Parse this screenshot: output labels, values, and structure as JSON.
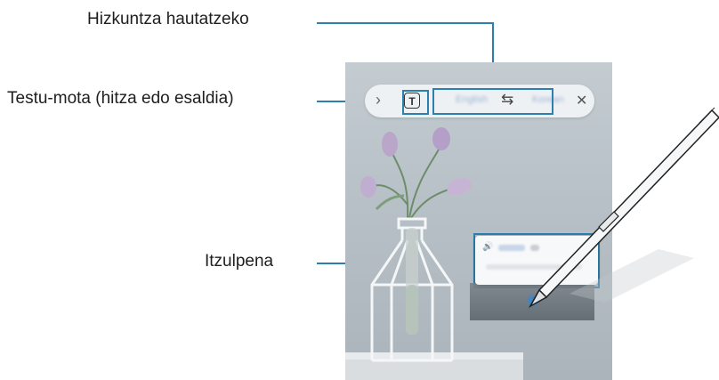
{
  "callouts": {
    "language_select": "Hizkuntza hautatzeko",
    "text_type": "Testu-mota (hitza edo esaldia)",
    "translation": "Itzulpena"
  },
  "toolbar": {
    "back_glyph": "›",
    "text_type_glyph": "T",
    "swap_glyph": "⇆",
    "close_glyph": "✕",
    "source_language": "English",
    "target_language": "Korean"
  },
  "popup": {
    "speaker_glyph": "🔊"
  },
  "colors": {
    "accent": "#2c7fae",
    "background": "#ffffff",
    "wall": "#b6c0c6"
  }
}
